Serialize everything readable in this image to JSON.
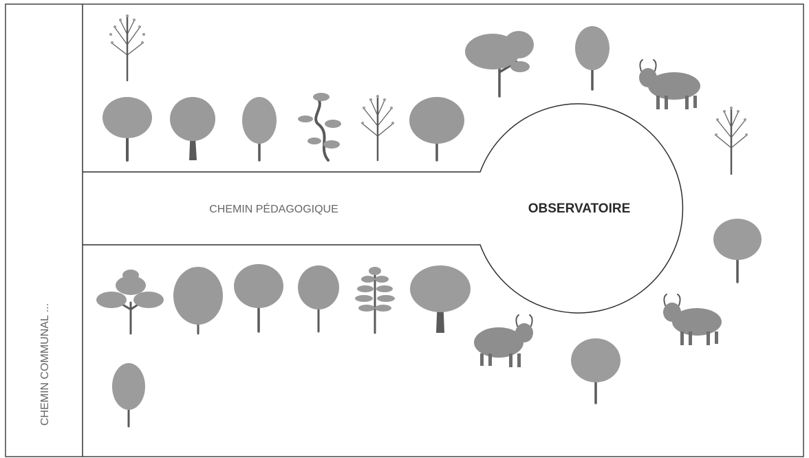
{
  "labels": {
    "path_label": "CHEMIN PÉDAGOGIQUE",
    "observatory_label": "OBSERVATOIRE",
    "side_path_label": "CHEMIN COMMUNAL ..."
  },
  "icons": {
    "tree": "tree-icon",
    "bare_tree": "bare-tree-icon",
    "bonsai": "bonsai-tree-icon",
    "conifer": "conifer-tree-icon",
    "cow": "highland-cow-icon"
  },
  "colors": {
    "foliage": "#9c9c9c",
    "foliage_dark": "#8a8a8a",
    "trunk": "#5a5a5a",
    "line": "#3a3a3a",
    "label": "#666666",
    "cow": "#8e8e8e"
  }
}
